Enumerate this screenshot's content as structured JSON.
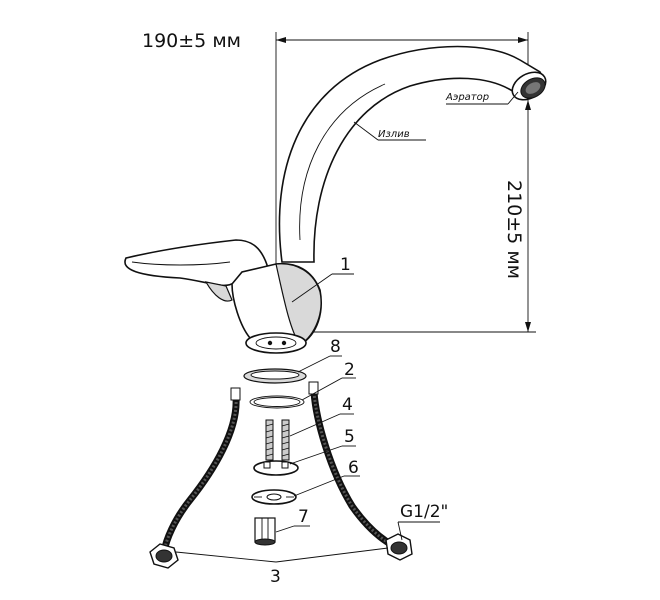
{
  "dimensions": {
    "width_label": "190±5 мм",
    "height_label": "210±5 мм"
  },
  "callouts": {
    "aerator": "Аэратор",
    "spout": "Излив",
    "thread": "G1/2\""
  },
  "part_numbers": {
    "p1": "1",
    "p2": "2",
    "p3": "3",
    "p4": "4",
    "p5": "5",
    "p6": "6",
    "p7": "7",
    "p8": "8"
  }
}
